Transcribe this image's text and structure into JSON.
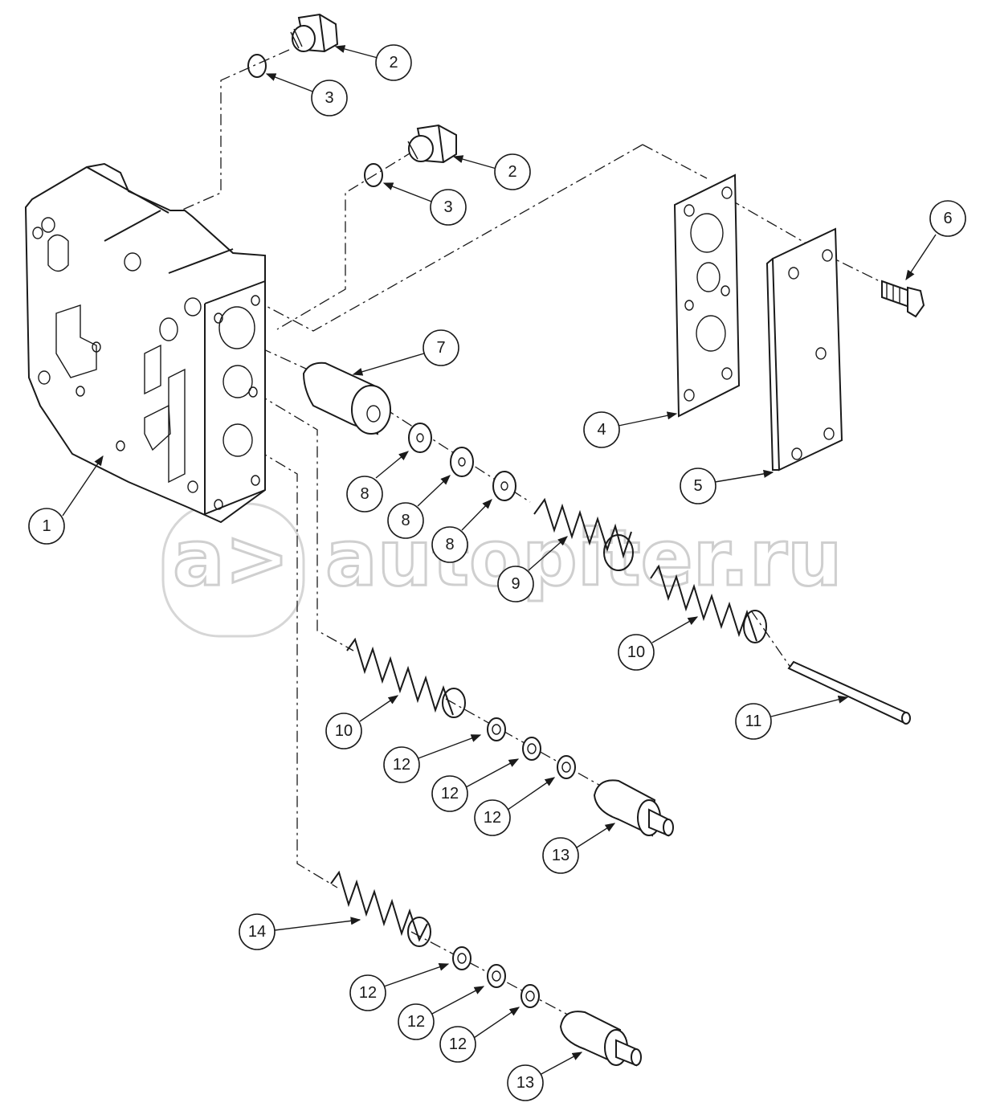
{
  "watermark": {
    "text": "autopiter.ru"
  },
  "callouts": [
    {
      "label": "1"
    },
    {
      "label": "2"
    },
    {
      "label": "3"
    },
    {
      "label": "2"
    },
    {
      "label": "3"
    },
    {
      "label": "6"
    },
    {
      "label": "7"
    },
    {
      "label": "4"
    },
    {
      "label": "5"
    },
    {
      "label": "8"
    },
    {
      "label": "8"
    },
    {
      "label": "8"
    },
    {
      "label": "9"
    },
    {
      "label": "10"
    },
    {
      "label": "10"
    },
    {
      "label": "11"
    },
    {
      "label": "12"
    },
    {
      "label": "12"
    },
    {
      "label": "12"
    },
    {
      "label": "13"
    },
    {
      "label": "14"
    },
    {
      "label": "12"
    },
    {
      "label": "12"
    },
    {
      "label": "12"
    },
    {
      "label": "13"
    }
  ],
  "colors": {
    "ink": "#1a1a1a",
    "watermark": "#cfcfcf"
  }
}
